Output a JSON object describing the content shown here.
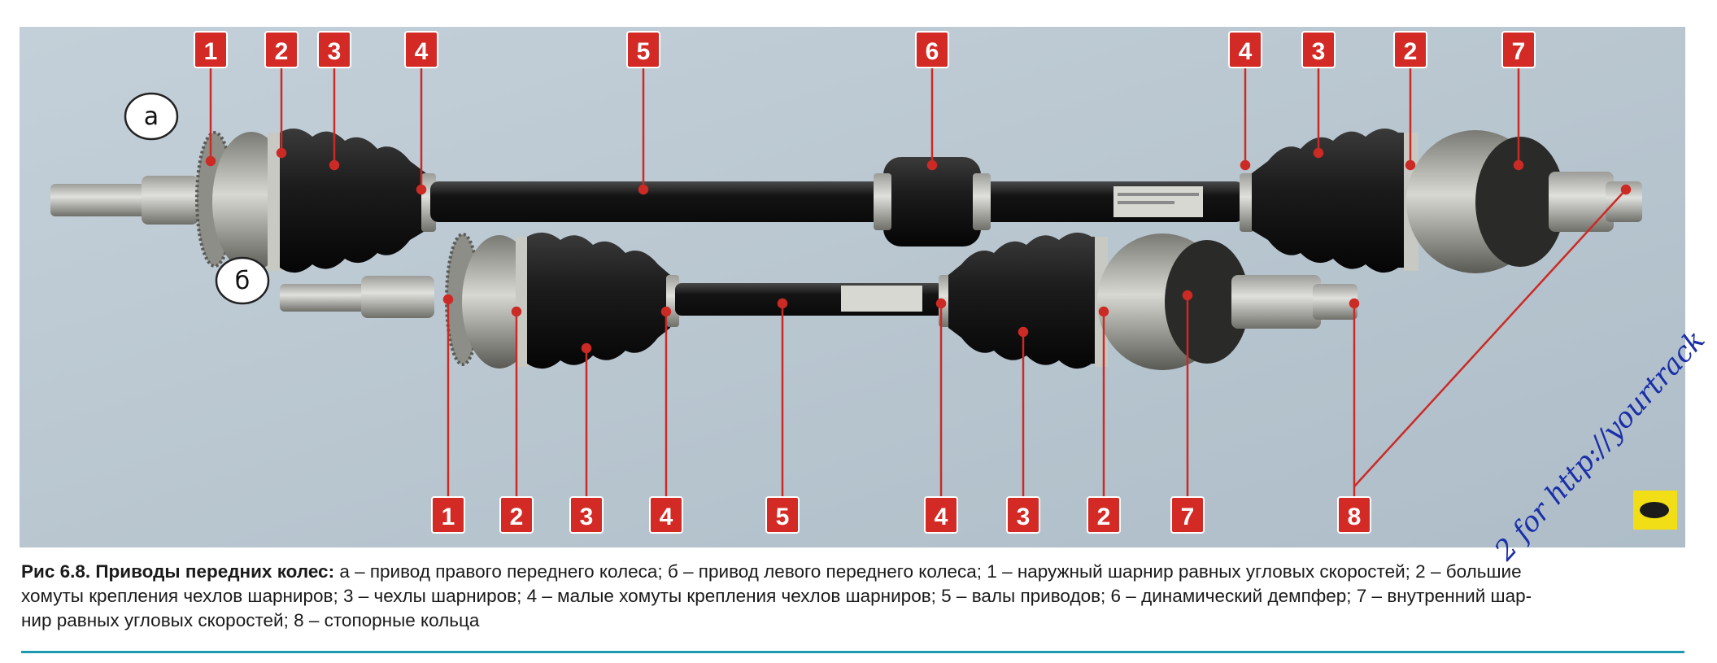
{
  "figure": {
    "variant_a": "а",
    "variant_b": "б",
    "top_callouts": [
      "1",
      "2",
      "3",
      "4",
      "5",
      "6",
      "4",
      "3",
      "2",
      "7"
    ],
    "bottom_callouts": [
      "1",
      "2",
      "3",
      "4",
      "5",
      "4",
      "3",
      "2",
      "7",
      "8"
    ]
  },
  "caption": {
    "title": "Рис 6.8. Приводы передних колес:",
    "line1": " а – привод правого переднего колеса; б – привод левого переднего колеса; 1 – наружный шарнир равных угловых скоростей; 2 – большие",
    "line2": "хомуты крепления чехлов шарниров; 3 – чехлы шарниров; 4 – малые хомуты крепления чехлов шарниров; 5 – валы приводов; 6 – динамический демпфер; 7 – внутренний шар-",
    "line3": "нир равных угловых скоростей; 8 – стопорные кольца"
  },
  "watermark": {
    "text": "2 for http://yourtrack"
  },
  "colors": {
    "background": "#b9c7d1",
    "badge": "#d32a26",
    "rule": "#1e9ab0"
  }
}
